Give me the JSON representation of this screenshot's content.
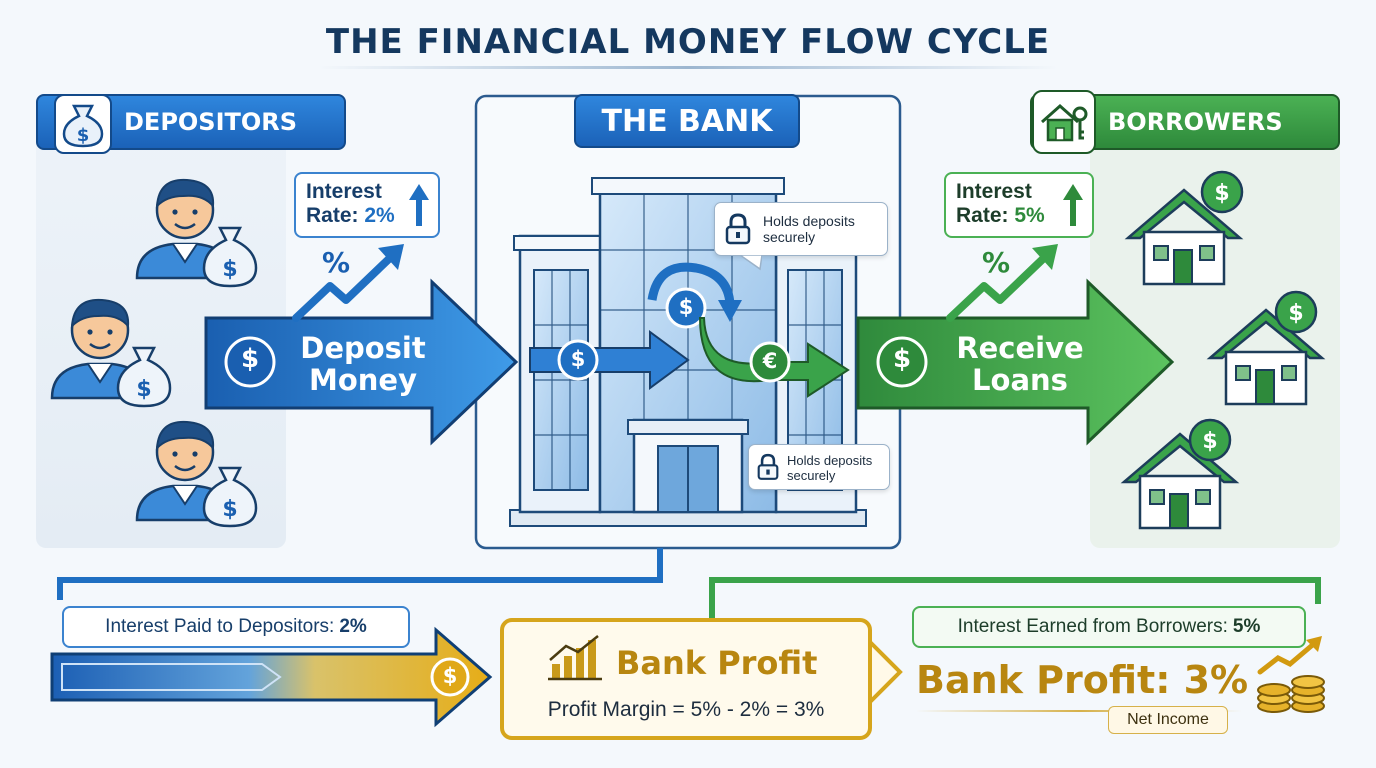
{
  "title": "THE FINANCIAL MONEY FLOW CYCLE",
  "depositors": {
    "label": "DEPOSITORS",
    "rate_line1": "Interest",
    "rate_line2_prefix": "Rate: ",
    "rate_value": "2%",
    "percent_symbol": "%",
    "arrow_line1": "Deposit",
    "arrow_line2": "Money",
    "dollar_symbol": "$"
  },
  "bank": {
    "label": "THE BANK",
    "secure_line1": "Holds deposits",
    "secure_line2": "securely",
    "dollar_symbol": "$",
    "euro_symbol": "€"
  },
  "borrowers": {
    "label": "BORROWERS",
    "rate_line1": "Interest",
    "rate_line2_prefix": "Rate: ",
    "rate_value": "5%",
    "percent_symbol": "%",
    "arrow_line1": "Receive",
    "arrow_line2": "Loans",
    "dollar_symbol": "$"
  },
  "bottom": {
    "interest_paid_prefix": "Interest Paid to Depositors: ",
    "interest_paid_value": "2%",
    "interest_earned_prefix": "Interest Earned from Borrowers: ",
    "interest_earned_value": "5%",
    "profit_title": "Bank Profit",
    "profit_margin": "Profit Margin = 5% - 2% = 3%",
    "profit_big": "Bank Profit: 3%",
    "net_income": "Net Income",
    "dollar_symbol": "$"
  },
  "colors": {
    "blue": "#1f6fc2",
    "green": "#3d9e48",
    "gold": "#c99a1a",
    "navy": "#14385f"
  }
}
